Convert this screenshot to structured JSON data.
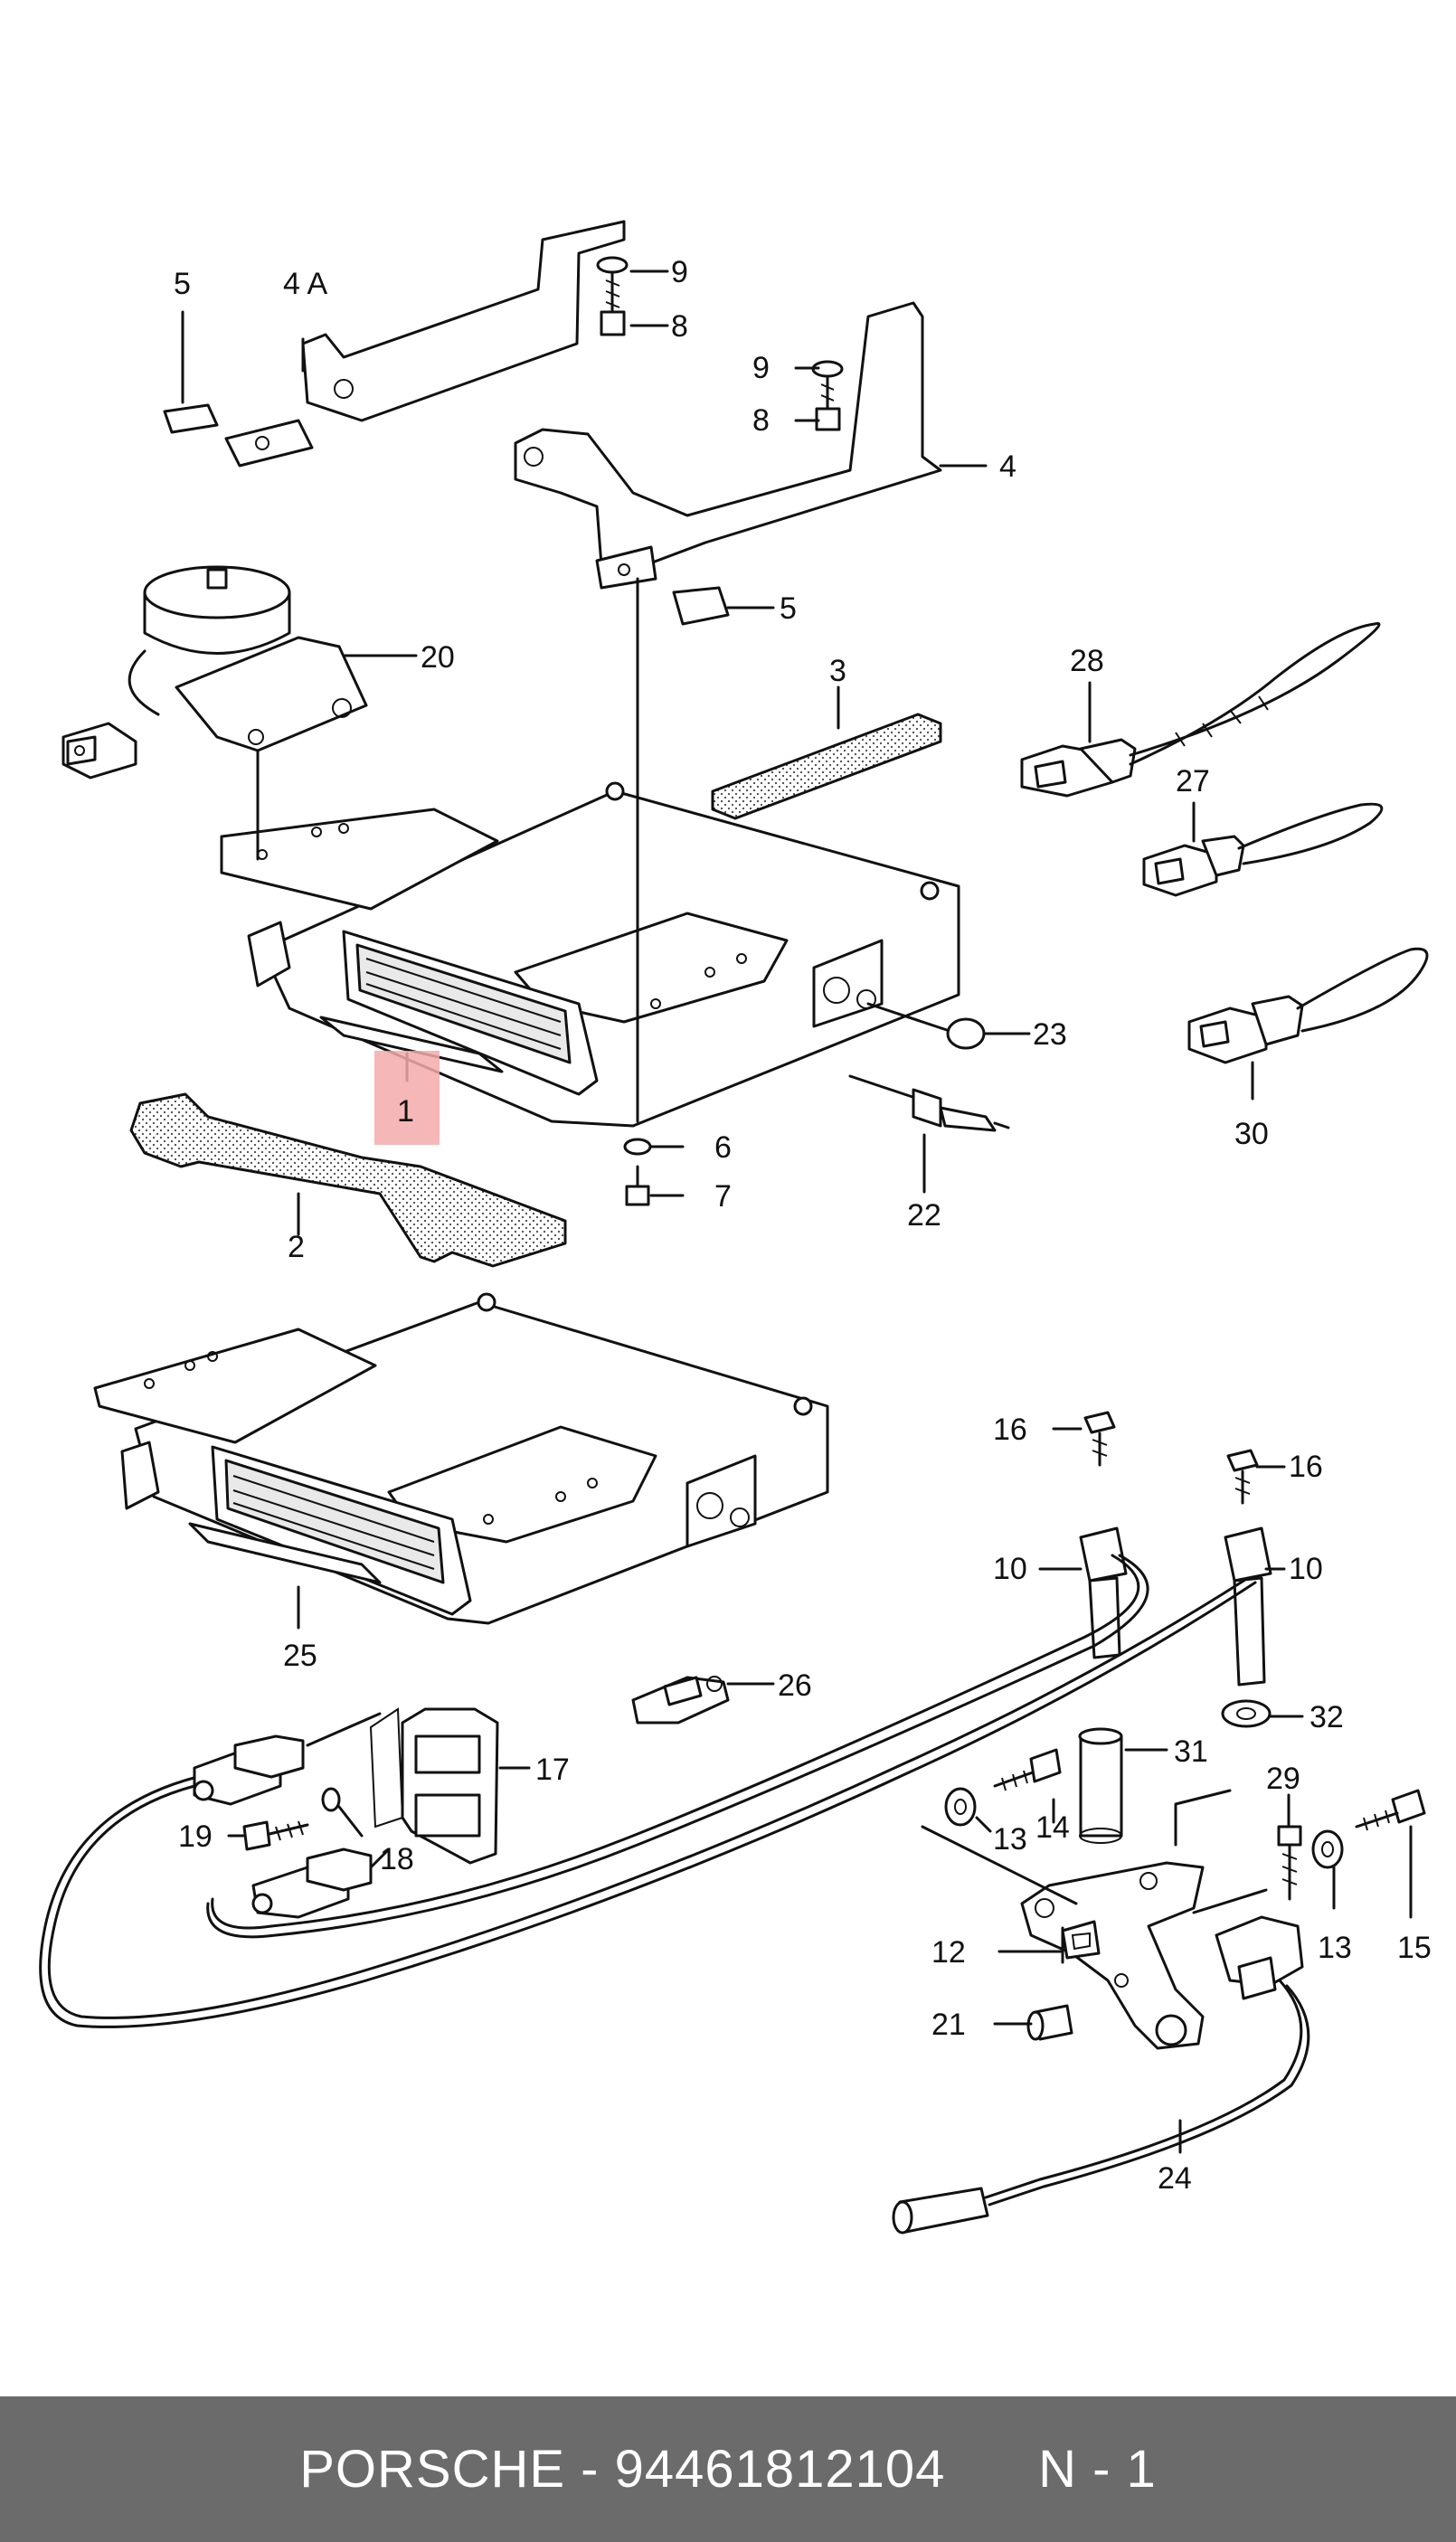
{
  "diagram": {
    "callouts": {
      "c1": "1",
      "c2": "2",
      "c3": "3",
      "c4": "4",
      "c4a": "4 A",
      "c5a": "5",
      "c5b": "5",
      "c6": "6",
      "c7": "7",
      "c8a": "8",
      "c8b": "8",
      "c9a": "9",
      "c9b": "9",
      "c10a": "10",
      "c10b": "10",
      "c12": "12",
      "c13a": "13",
      "c13b": "13",
      "c14": "14",
      "c15": "15",
      "c16a": "16",
      "c16b": "16",
      "c17": "17",
      "c18": "18",
      "c19": "19",
      "c20": "20",
      "c21": "21",
      "c22": "22",
      "c23": "23",
      "c24": "24",
      "c25": "25",
      "c26": "26",
      "c27": "27",
      "c28": "28",
      "c29": "29",
      "c30": "30",
      "c31": "31",
      "c32": "32"
    },
    "highlighted_part": "1",
    "highlight_color": "#f3aaaa"
  },
  "footer": {
    "text": "PORSCHE - 94461812104      N - 1",
    "background": "#6b6b6b"
  }
}
